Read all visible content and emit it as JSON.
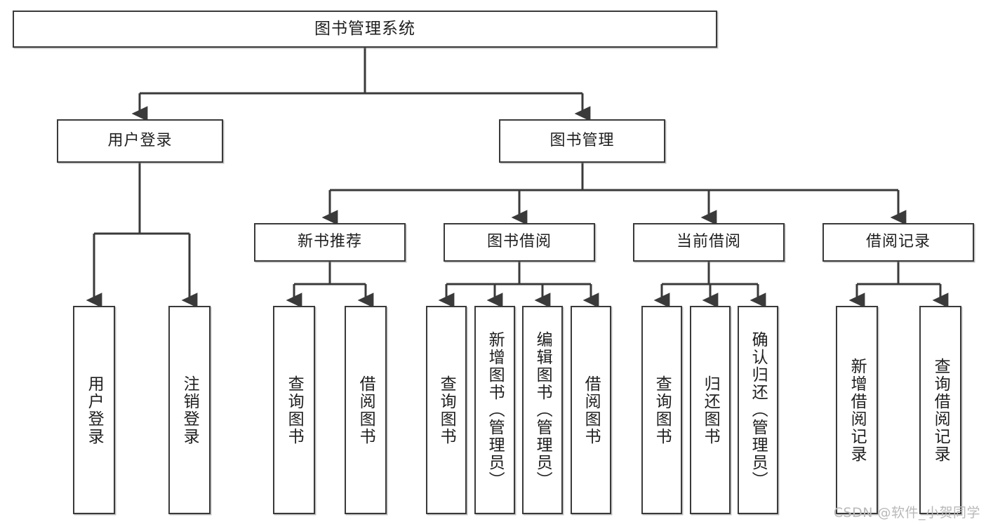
{
  "diagram": {
    "title": "图书管理系统",
    "type": "tree",
    "watermark": "CSDN @软件_小贺同学",
    "colors": {
      "stroke": "#3a3a3a",
      "node_fill": "#ffffff",
      "text": "#1f1f1f",
      "watermark": "#b9b9b9",
      "background": "#ffffff"
    },
    "levels": {
      "root": "图书管理系统",
      "level2": [
        "用户登录",
        "图书管理"
      ],
      "level3": [
        "新书推荐",
        "图书借阅",
        "当前借阅",
        "借阅记录"
      ]
    },
    "nodes": {
      "root": {
        "label": "图书管理系统"
      },
      "user_login": {
        "label": "用户登录"
      },
      "book_manage": {
        "label": "图书管理"
      },
      "new_book_rec": {
        "label": "新书推荐"
      },
      "book_borrow": {
        "label": "图书借阅"
      },
      "current_borrow": {
        "label": "当前借阅"
      },
      "borrow_record": {
        "label": "借阅记录"
      },
      "leaf_user_login": {
        "label": "用户登录"
      },
      "leaf_user_logout": {
        "label": "注销登录"
      },
      "leaf_query_book_1": {
        "label": "查询图书"
      },
      "leaf_borrow_book_1": {
        "label": "借阅图书"
      },
      "leaf_query_book_2": {
        "label": "查询图书"
      },
      "leaf_add_book": {
        "label": "新增图书（管理员）"
      },
      "leaf_edit_book": {
        "label": "编辑图书（管理员）"
      },
      "leaf_borrow_book_2": {
        "label": "借阅图书"
      },
      "leaf_query_book_3": {
        "label": "查询图书"
      },
      "leaf_return_book": {
        "label": "归还图书"
      },
      "leaf_confirm_return": {
        "label": "确认归还（管理员）"
      },
      "leaf_add_record": {
        "label": "新增借阅记录"
      },
      "leaf_query_record": {
        "label": "查询借阅记录"
      }
    },
    "edges": [
      {
        "from": "root",
        "to": "user_login"
      },
      {
        "from": "root",
        "to": "book_manage"
      },
      {
        "from": "user_login",
        "to": "leaf_user_login"
      },
      {
        "from": "user_login",
        "to": "leaf_user_logout"
      },
      {
        "from": "book_manage",
        "to": "new_book_rec"
      },
      {
        "from": "book_manage",
        "to": "book_borrow"
      },
      {
        "from": "book_manage",
        "to": "current_borrow"
      },
      {
        "from": "book_manage",
        "to": "borrow_record"
      },
      {
        "from": "new_book_rec",
        "to": "leaf_query_book_1"
      },
      {
        "from": "new_book_rec",
        "to": "leaf_borrow_book_1"
      },
      {
        "from": "book_borrow",
        "to": "leaf_query_book_2"
      },
      {
        "from": "book_borrow",
        "to": "leaf_add_book"
      },
      {
        "from": "book_borrow",
        "to": "leaf_edit_book"
      },
      {
        "from": "book_borrow",
        "to": "leaf_borrow_book_2"
      },
      {
        "from": "current_borrow",
        "to": "leaf_query_book_3"
      },
      {
        "from": "current_borrow",
        "to": "leaf_return_book"
      },
      {
        "from": "current_borrow",
        "to": "leaf_confirm_return"
      },
      {
        "from": "borrow_record",
        "to": "leaf_add_record"
      },
      {
        "from": "borrow_record",
        "to": "leaf_query_record"
      }
    ]
  }
}
